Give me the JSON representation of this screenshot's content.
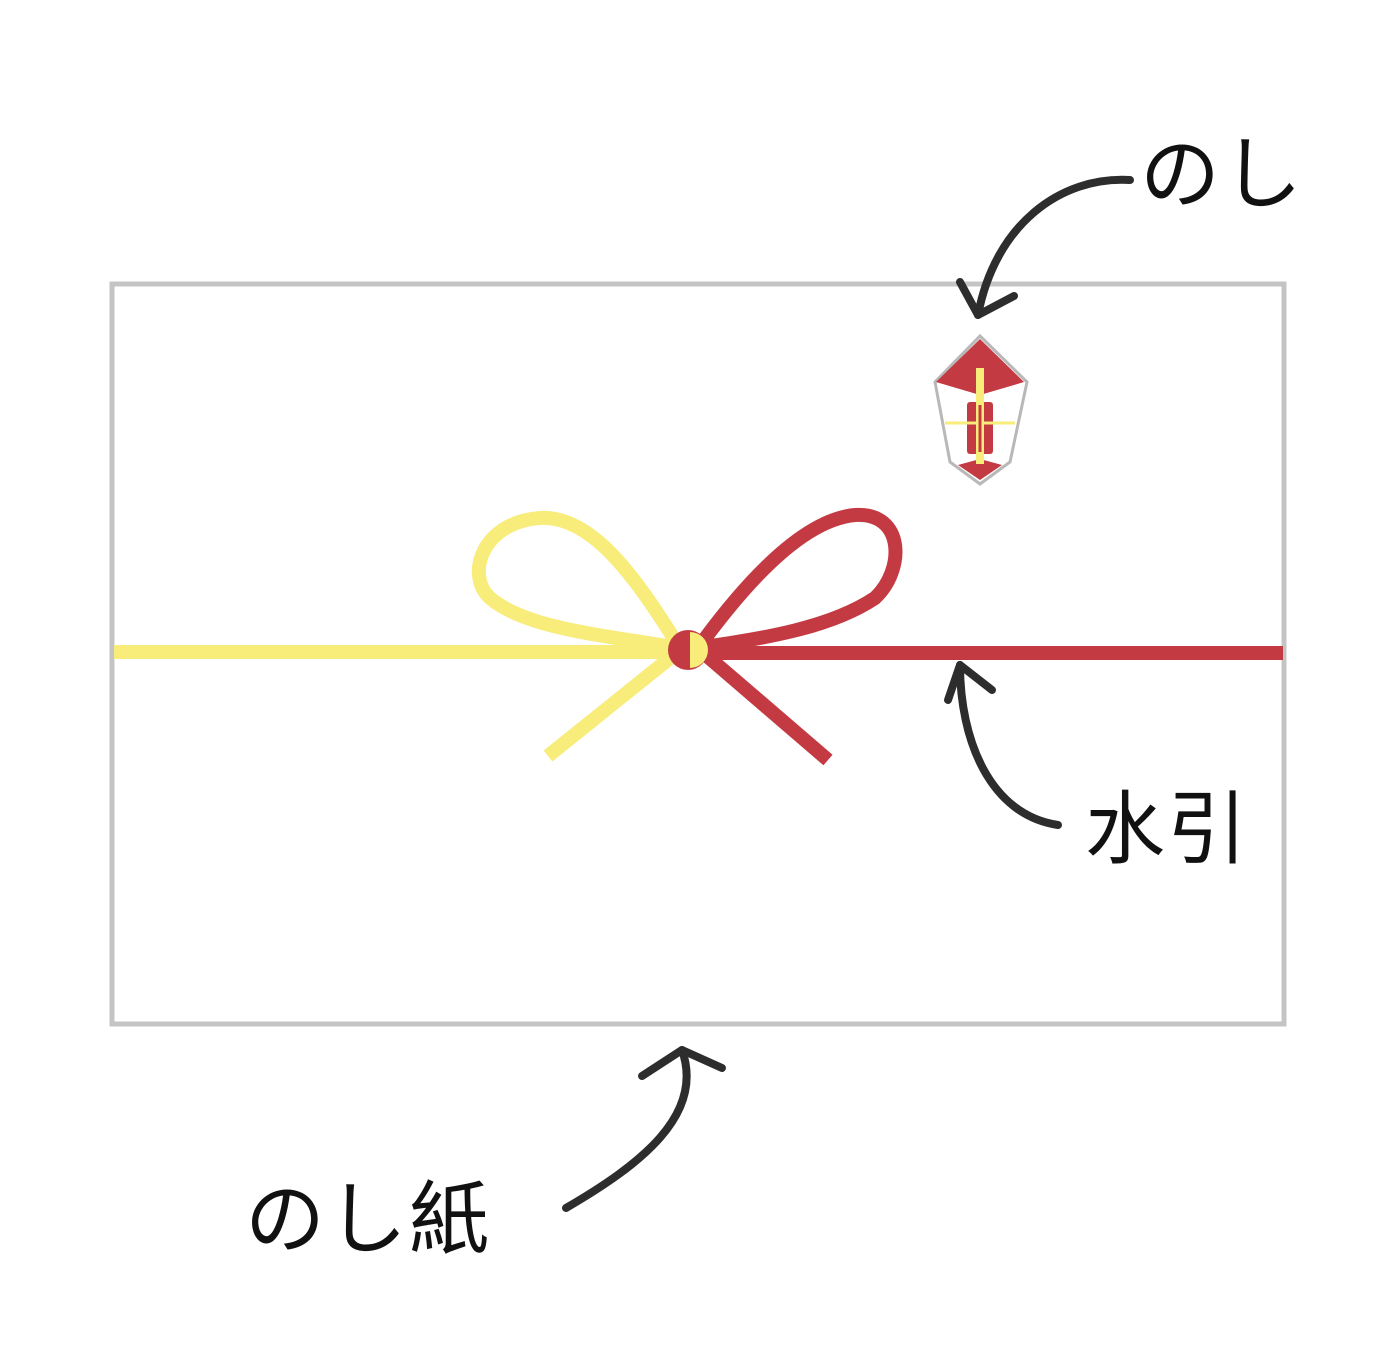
{
  "labels": {
    "noshi": "のし",
    "mizuhiki": "水引",
    "noshigami": "のし紙"
  },
  "colors": {
    "paper_border": "#c4c4c4",
    "cord_red": "#c43a43",
    "cord_yellow": "#f8ec7a",
    "arrow": "#2d2d2d"
  }
}
